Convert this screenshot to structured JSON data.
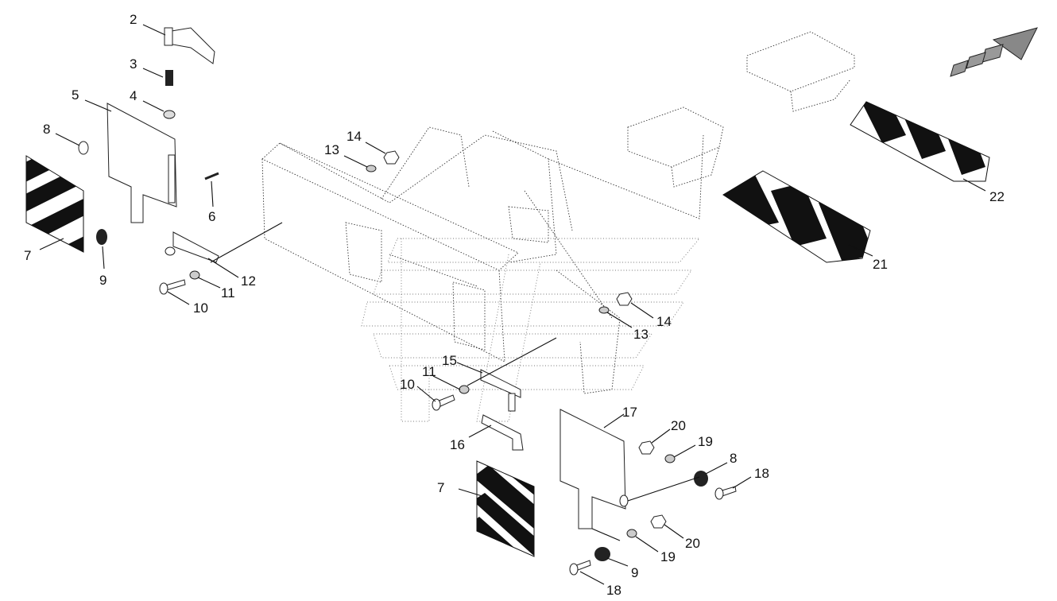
{
  "diagram": {
    "callouts": [
      "2",
      "3",
      "4",
      "5",
      "6",
      "7",
      "8",
      "9",
      "10",
      "11",
      "12",
      "13",
      "14",
      "13",
      "14",
      "15",
      "11",
      "10",
      "16",
      "17",
      "7",
      "20",
      "19",
      "8",
      "18",
      "20",
      "19",
      "9",
      "18",
      "21",
      "22"
    ]
  },
  "colors": {
    "line": "#111111",
    "stripe": "#111111",
    "paper": "#ffffff"
  }
}
